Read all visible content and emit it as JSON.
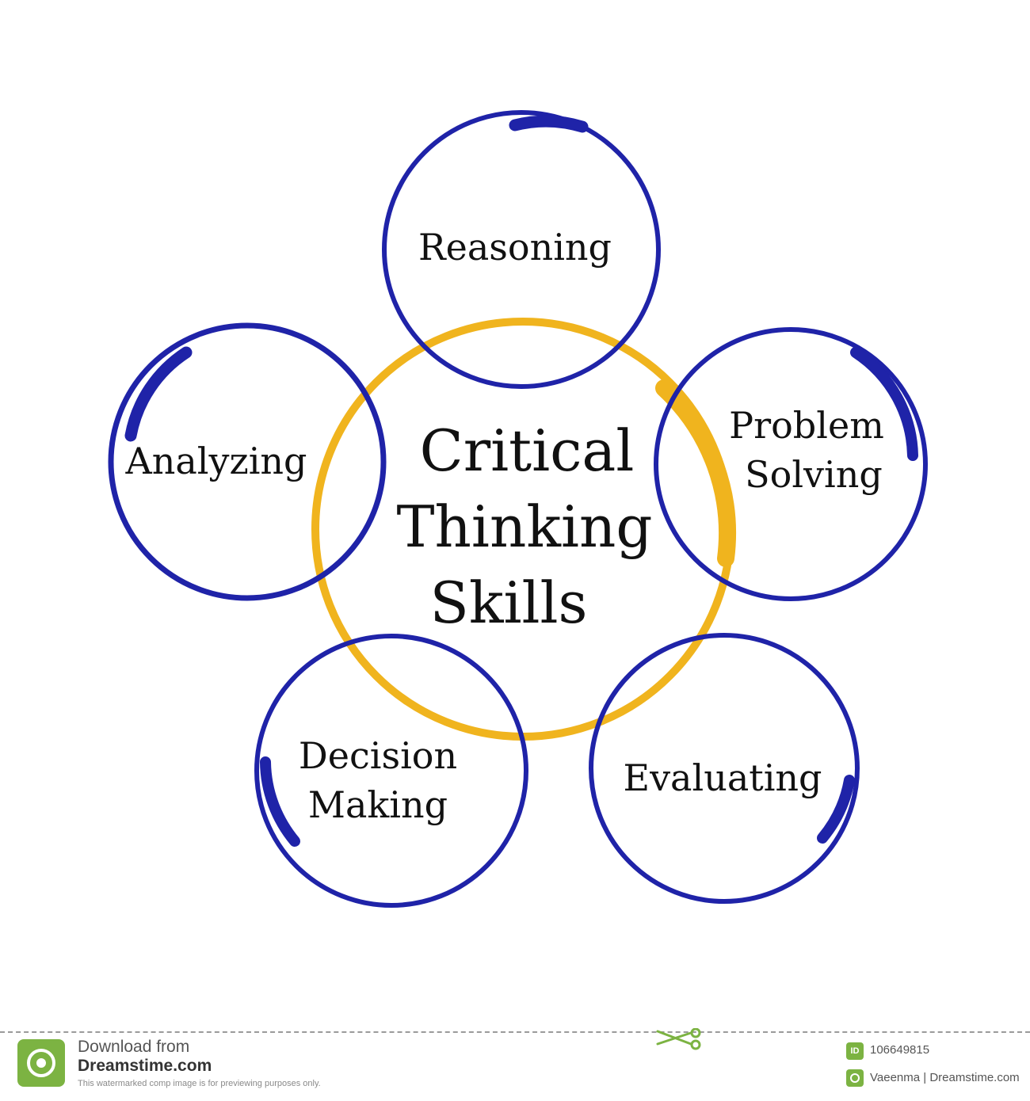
{
  "diagram": {
    "center": {
      "lines": [
        "Critical",
        "Thinking",
        "Skills"
      ],
      "ring_color": "#F0B41E"
    },
    "nodes": [
      {
        "id": "reasoning",
        "lines": [
          "Reasoning"
        ]
      },
      {
        "id": "problem-solving",
        "lines": [
          "Problem",
          "Solving"
        ]
      },
      {
        "id": "evaluating",
        "lines": [
          "Evaluating"
        ]
      },
      {
        "id": "decision-making",
        "lines": [
          "Decision",
          "Making"
        ]
      },
      {
        "id": "analyzing",
        "lines": [
          "Analyzing"
        ]
      }
    ],
    "node_ring_color": "#1F23A8"
  },
  "footer": {
    "download_line": "Download from",
    "site_name": "Dreamstime.com",
    "disclaimer": "This watermarked comp image is for previewing purposes only.",
    "id_badge": "ID",
    "image_id": "106649815",
    "credit": "Vaeenma | Dreamstime.com",
    "brand_color": "#7CB342",
    "icons": [
      "dreamstime-logo-icon",
      "scissors-icon",
      "id-icon",
      "copyright-icon"
    ]
  }
}
